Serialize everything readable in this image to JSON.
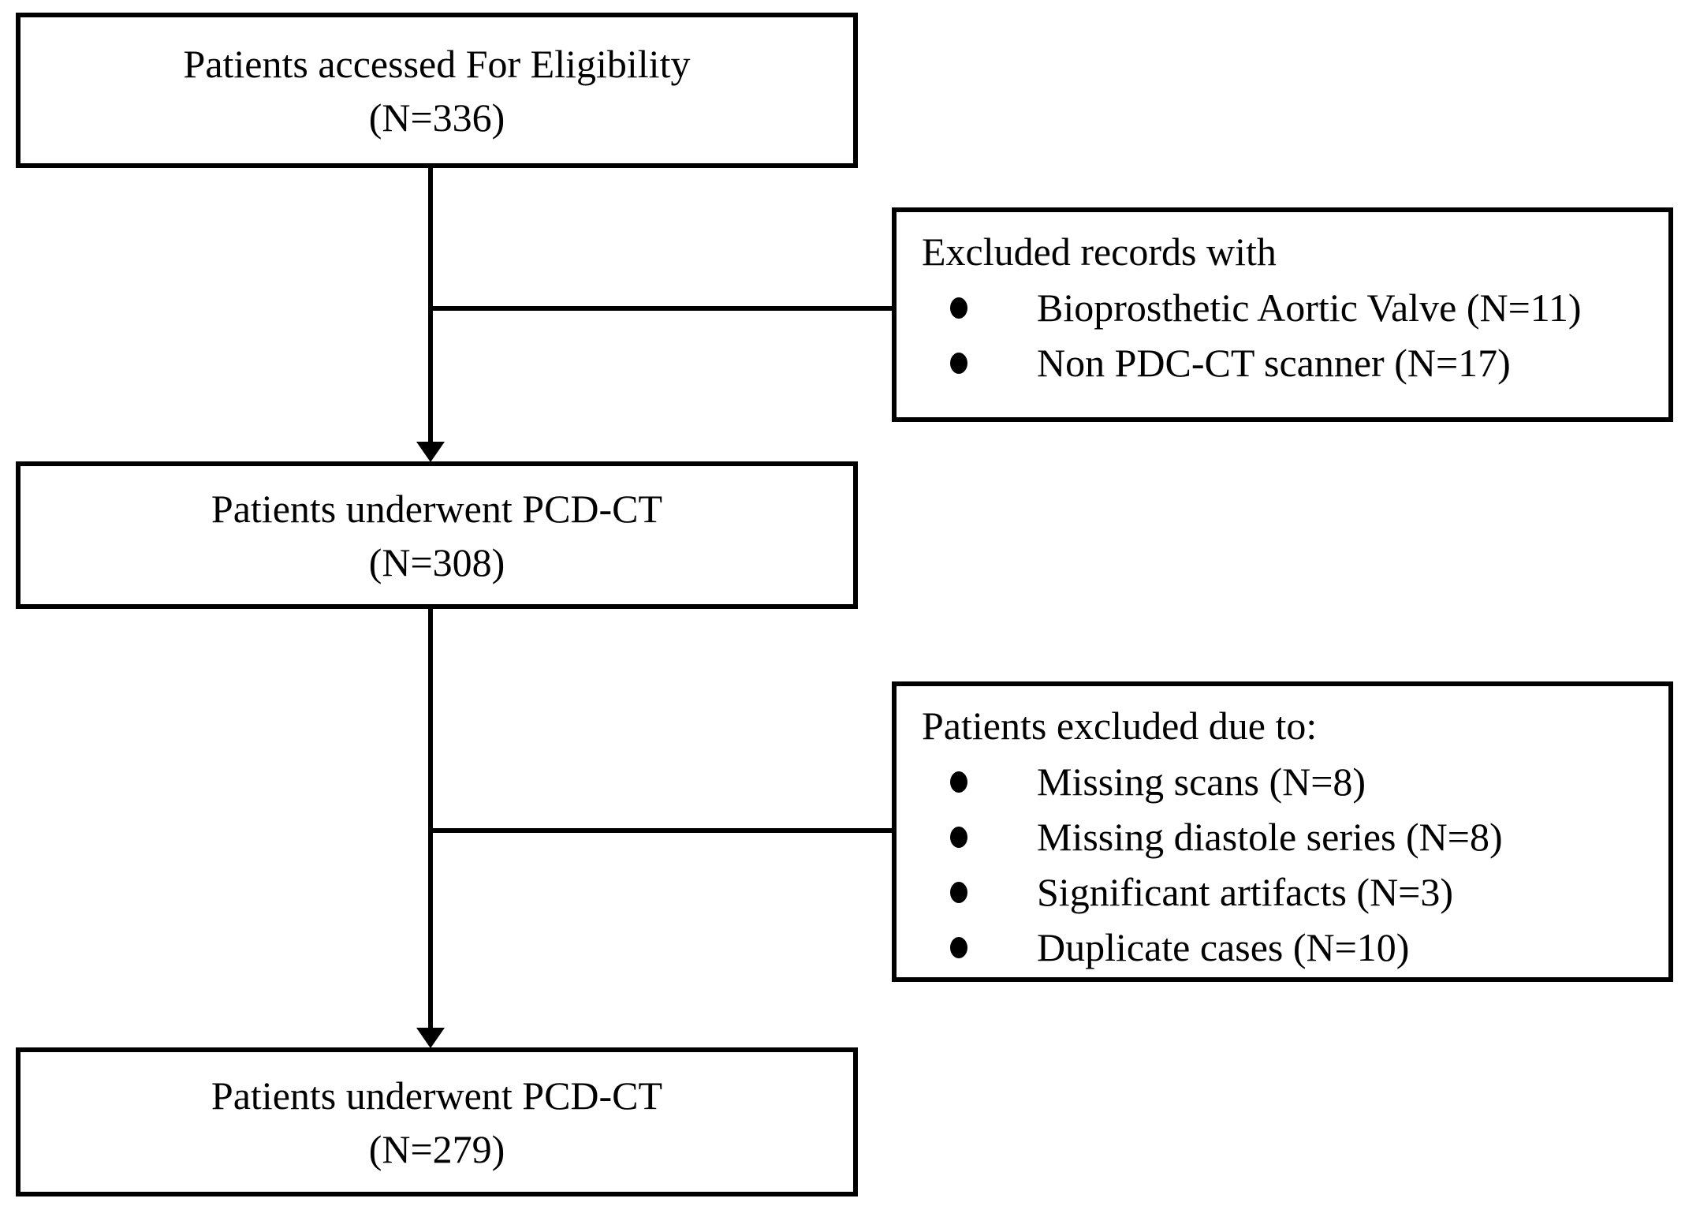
{
  "diagram": {
    "type": "flowchart",
    "background_color": "#ffffff",
    "line_color": "#000000",
    "text_color": "#000000",
    "boxes": {
      "eligibility": {
        "line1": "Patients accessed For Eligibility",
        "line2": "(N=336)"
      },
      "excluded_records": {
        "title": "Excluded records with",
        "items": [
          "Bioprosthetic Aortic Valve (N=11)",
          "Non PDC-CT scanner (N=17)"
        ]
      },
      "underwent_308": {
        "line1": "Patients underwent PCD-CT",
        "line2": "(N=308)"
      },
      "excluded_patients": {
        "title": "Patients excluded due to:",
        "items": [
          "Missing scans (N=8)",
          "Missing diastole series (N=8)",
          "Significant artifacts (N=3)",
          "Duplicate cases (N=10)"
        ]
      },
      "underwent_279": {
        "line1": "Patients underwent PCD-CT",
        "line2": "(N=279)"
      }
    }
  }
}
